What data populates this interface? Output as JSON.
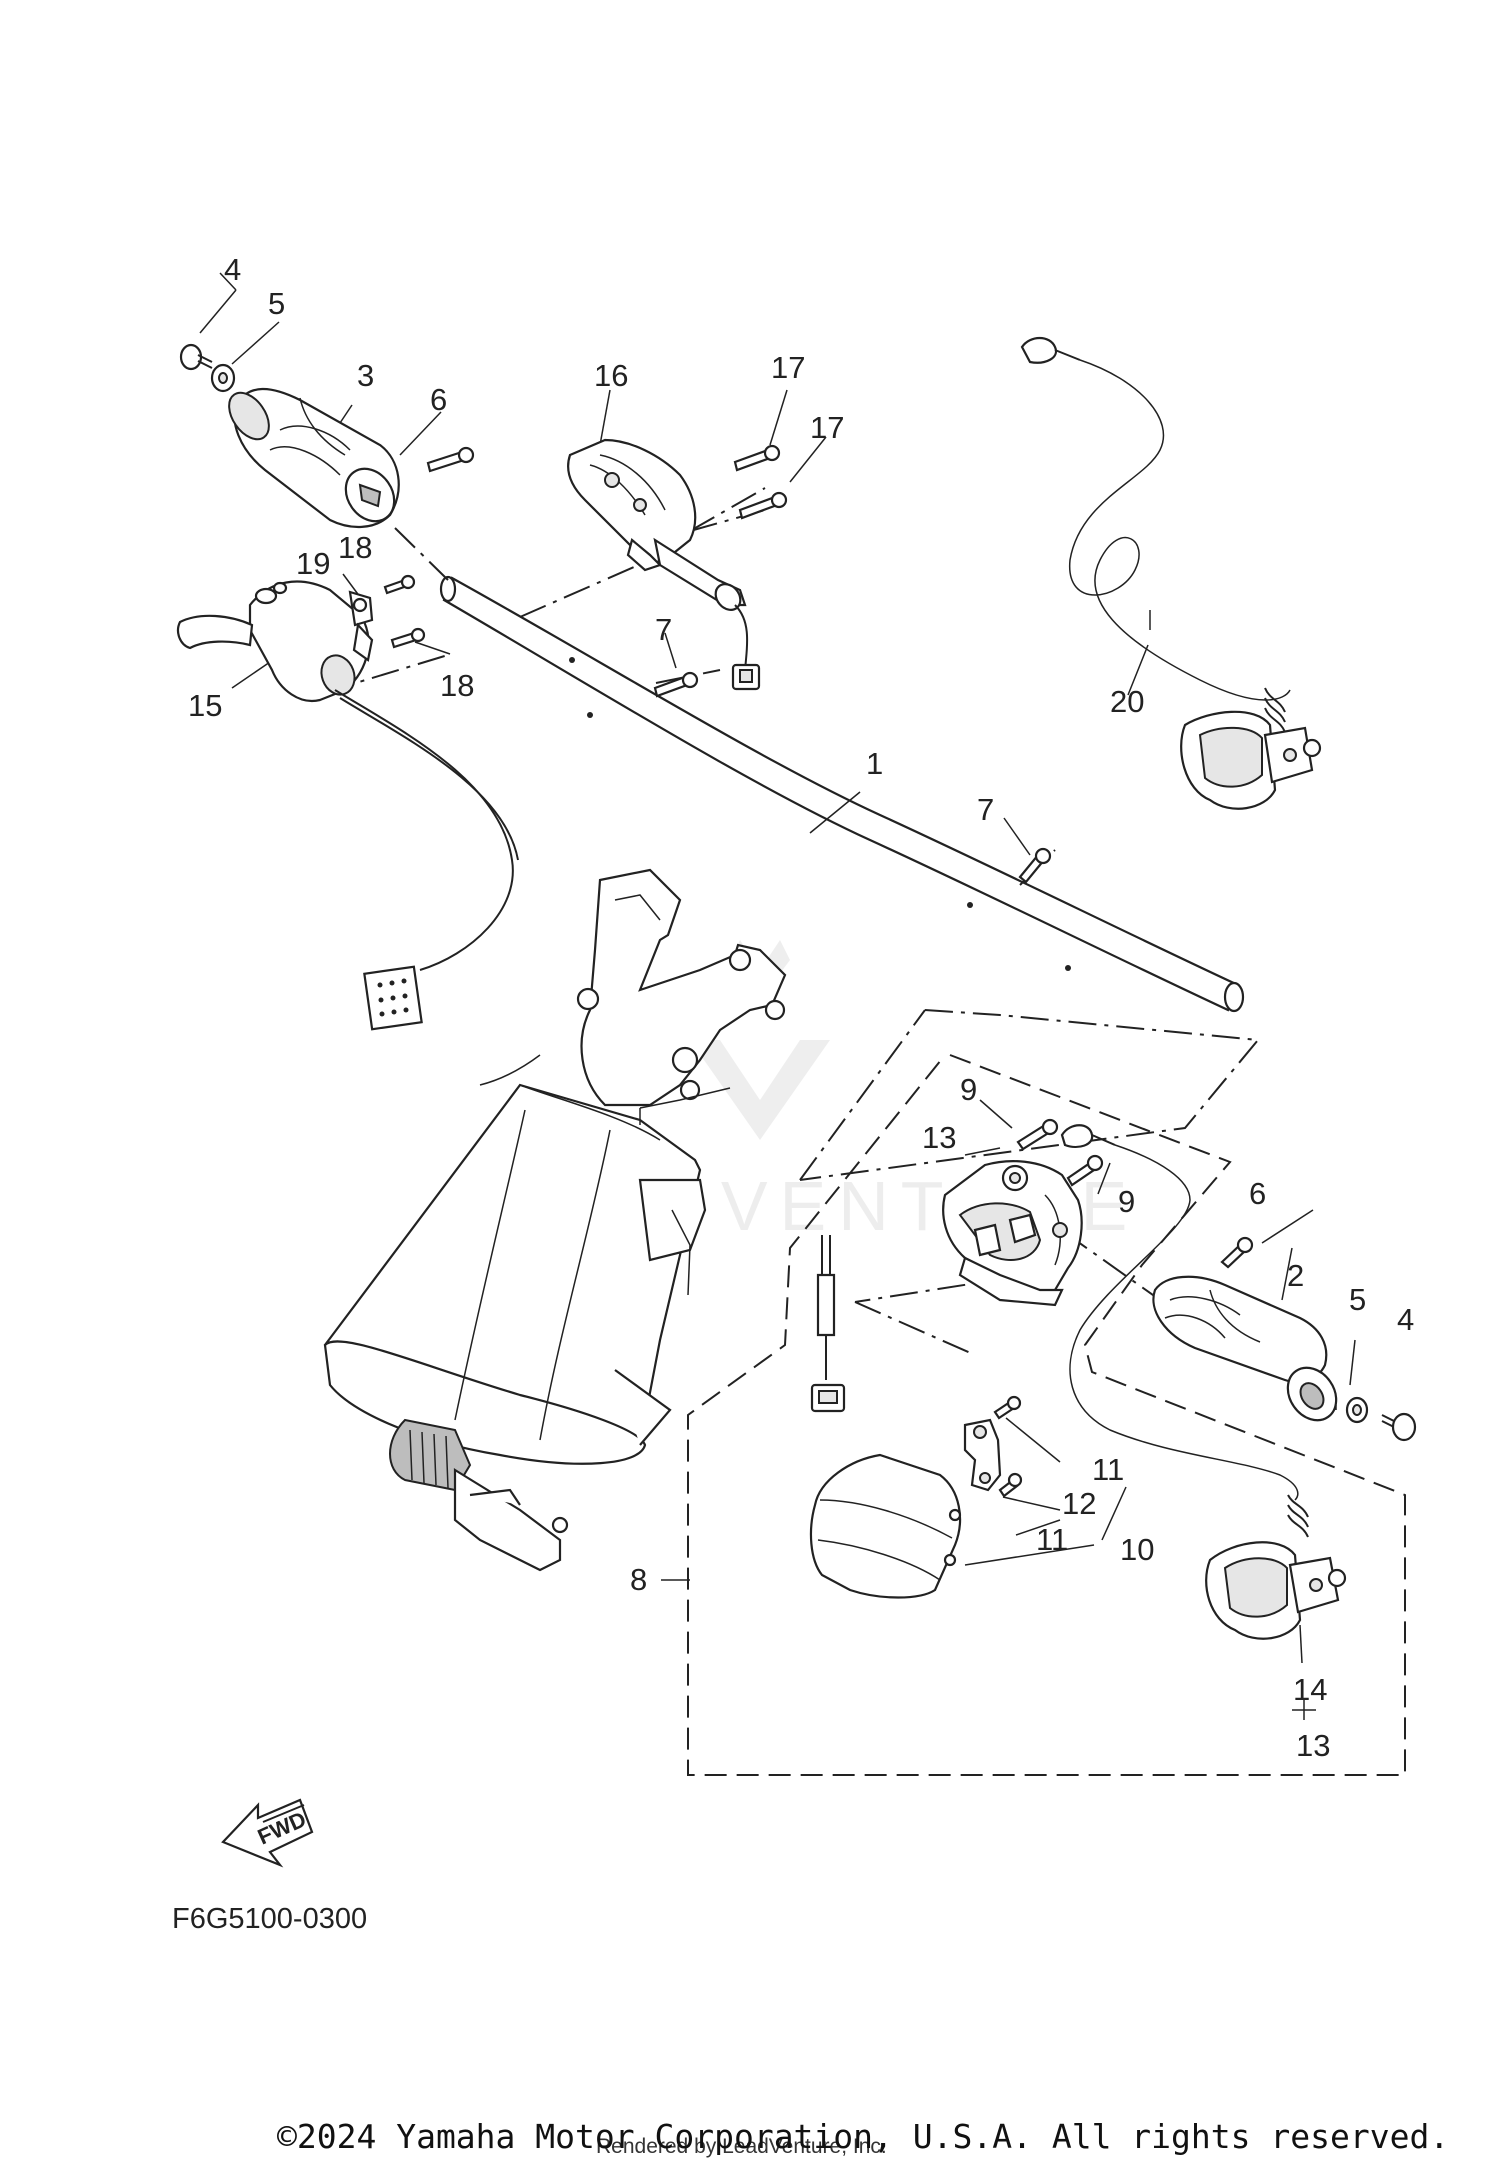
{
  "callouts": {
    "c1": "1",
    "c2": "2",
    "c3": "3",
    "c4a": "4",
    "c4b": "4",
    "c5a": "5",
    "c5b": "5",
    "c6a": "6",
    "c6b": "6",
    "c7a": "7",
    "c7b": "7",
    "c8": "8",
    "c9a": "9",
    "c9b": "9",
    "c10": "10",
    "c11a": "11",
    "c11b": "11",
    "c12": "12",
    "c13a": "13",
    "c13b": "13",
    "c14": "14",
    "c15": "15",
    "c16": "16",
    "c17a": "17",
    "c17b": "17",
    "c18a": "18",
    "c18b": "18",
    "c19": "19",
    "c20": "20"
  },
  "fwd_label": "FWD",
  "diagram_code": "F6G5100-0300",
  "copyright": "©2024 Yamaha Motor Corporation, U.S.A. All rights reserved.",
  "rendered_by": "Rendered by LeadVenture, Inc.",
  "watermark": "LEADVENTURE"
}
